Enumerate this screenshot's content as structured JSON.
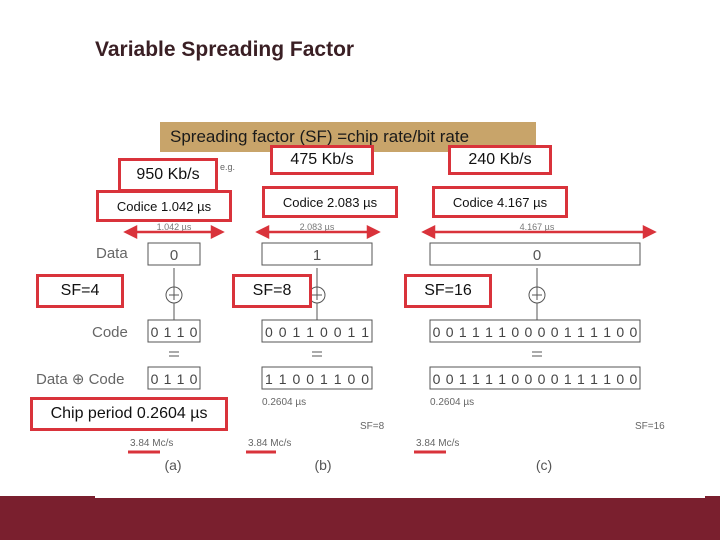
{
  "title": "Variable Spreading Factor",
  "banner": "Spreading factor (SF) =chip rate/bit rate",
  "rates": {
    "r950": "950 Kb/s",
    "r475": "475 Kb/s",
    "r240": "240 Kb/s"
  },
  "codice": {
    "c1": "Codice 1.042 µs",
    "c2": "Codice 2.083 µs",
    "c3": "Codice 4.167 µs"
  },
  "sf_boxes": {
    "sf4": "SF=4",
    "sf8": "SF=8",
    "sf16": "SF=16"
  },
  "chip_period": "Chip period 0.2604 µs",
  "figure": {
    "row_labels": {
      "data": "Data",
      "code": "Code",
      "xor": "Data ⊕ Code"
    },
    "panel_a": {
      "data_bit": "0",
      "code": [
        "0",
        "1",
        "1",
        "0"
      ],
      "result": [
        "0",
        "1",
        "1",
        "0"
      ],
      "dim_top": "1.042 µs",
      "chiprate": "3.84 Mc/s",
      "label": "(a)"
    },
    "panel_b": {
      "data_bit": "1",
      "code": [
        "0",
        "0",
        "1",
        "1",
        "0",
        "0",
        "1",
        "1"
      ],
      "result": [
        "1",
        "1",
        "0",
        "0",
        "1",
        "1",
        "0",
        "0"
      ],
      "dim_top": "2.083 µs",
      "chip_dim": "0.2604 µs",
      "sf": "SF=8",
      "chiprate": "3.84 Mc/s",
      "label": "(b)"
    },
    "panel_c": {
      "data_bit": "0",
      "code": [
        "0",
        "0",
        "1",
        "1",
        "1",
        "1",
        "0",
        "0",
        "0",
        "0",
        "1",
        "1",
        "1",
        "1",
        "0",
        "0"
      ],
      "result": [
        "0",
        "0",
        "1",
        "1",
        "1",
        "1",
        "0",
        "0",
        "0",
        "0",
        "1",
        "1",
        "1",
        "1",
        "0",
        "0"
      ],
      "dim_top": "4.167 µs",
      "chip_dim": "0.2604 µs",
      "sf": "SF=16",
      "chiprate": "3.84 Mc/s",
      "label": "(c)"
    },
    "eg": "e.g."
  },
  "colors": {
    "accent": "#7a1f2e",
    "box_border": "#d9333b",
    "arrow": "#d9333b",
    "banner": "#c8a46a"
  }
}
